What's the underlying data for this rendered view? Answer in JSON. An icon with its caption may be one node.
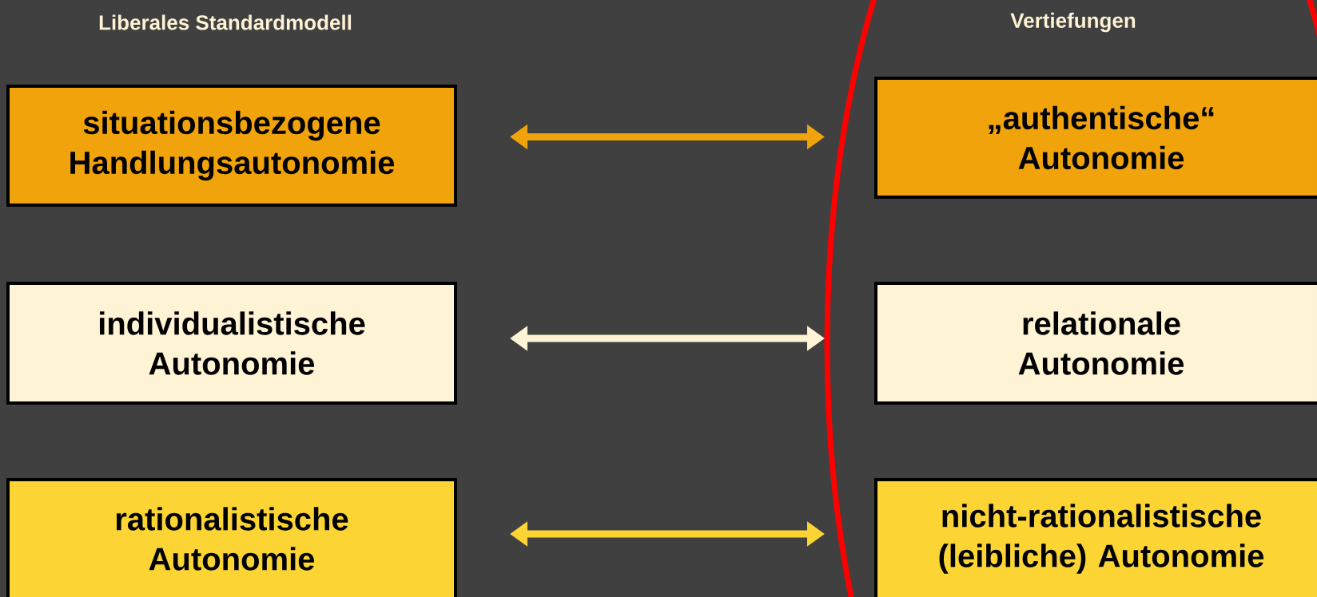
{
  "diagram": {
    "nodes": [
      {
        "text": [
          "situationsbezogene Handlungsautonomie"
        ]
      },
      {
        "text": [
          "individualistische Autonomie"
        ]
      },
      {
        "text": [
          "rationalistische Autonomie"
        ]
      },
      {
        "text": [
          "„authentische“ Autonomie"
        ]
      },
      {
        "text": [
          "relationale Autonomie"
        ]
      },
      {
        "text": [
          "nicht-rationalistische (leibliche) Autonomie"
        ]
      }
    ],
    "edges": [
      {
        "from": 0,
        "to": 3,
        "arrow": "both",
        "color": "#f0a30a"
      },
      {
        "from": 1,
        "to": 4,
        "arrow": "both",
        "color": "#fff3d6"
      },
      {
        "from": 2,
        "to": 5,
        "arrow": "both",
        "color": "#fcd535"
      }
    ],
    "labels": [
      "Liberales Standardmodell",
      "Vertiefungen"
    ]
  }
}
